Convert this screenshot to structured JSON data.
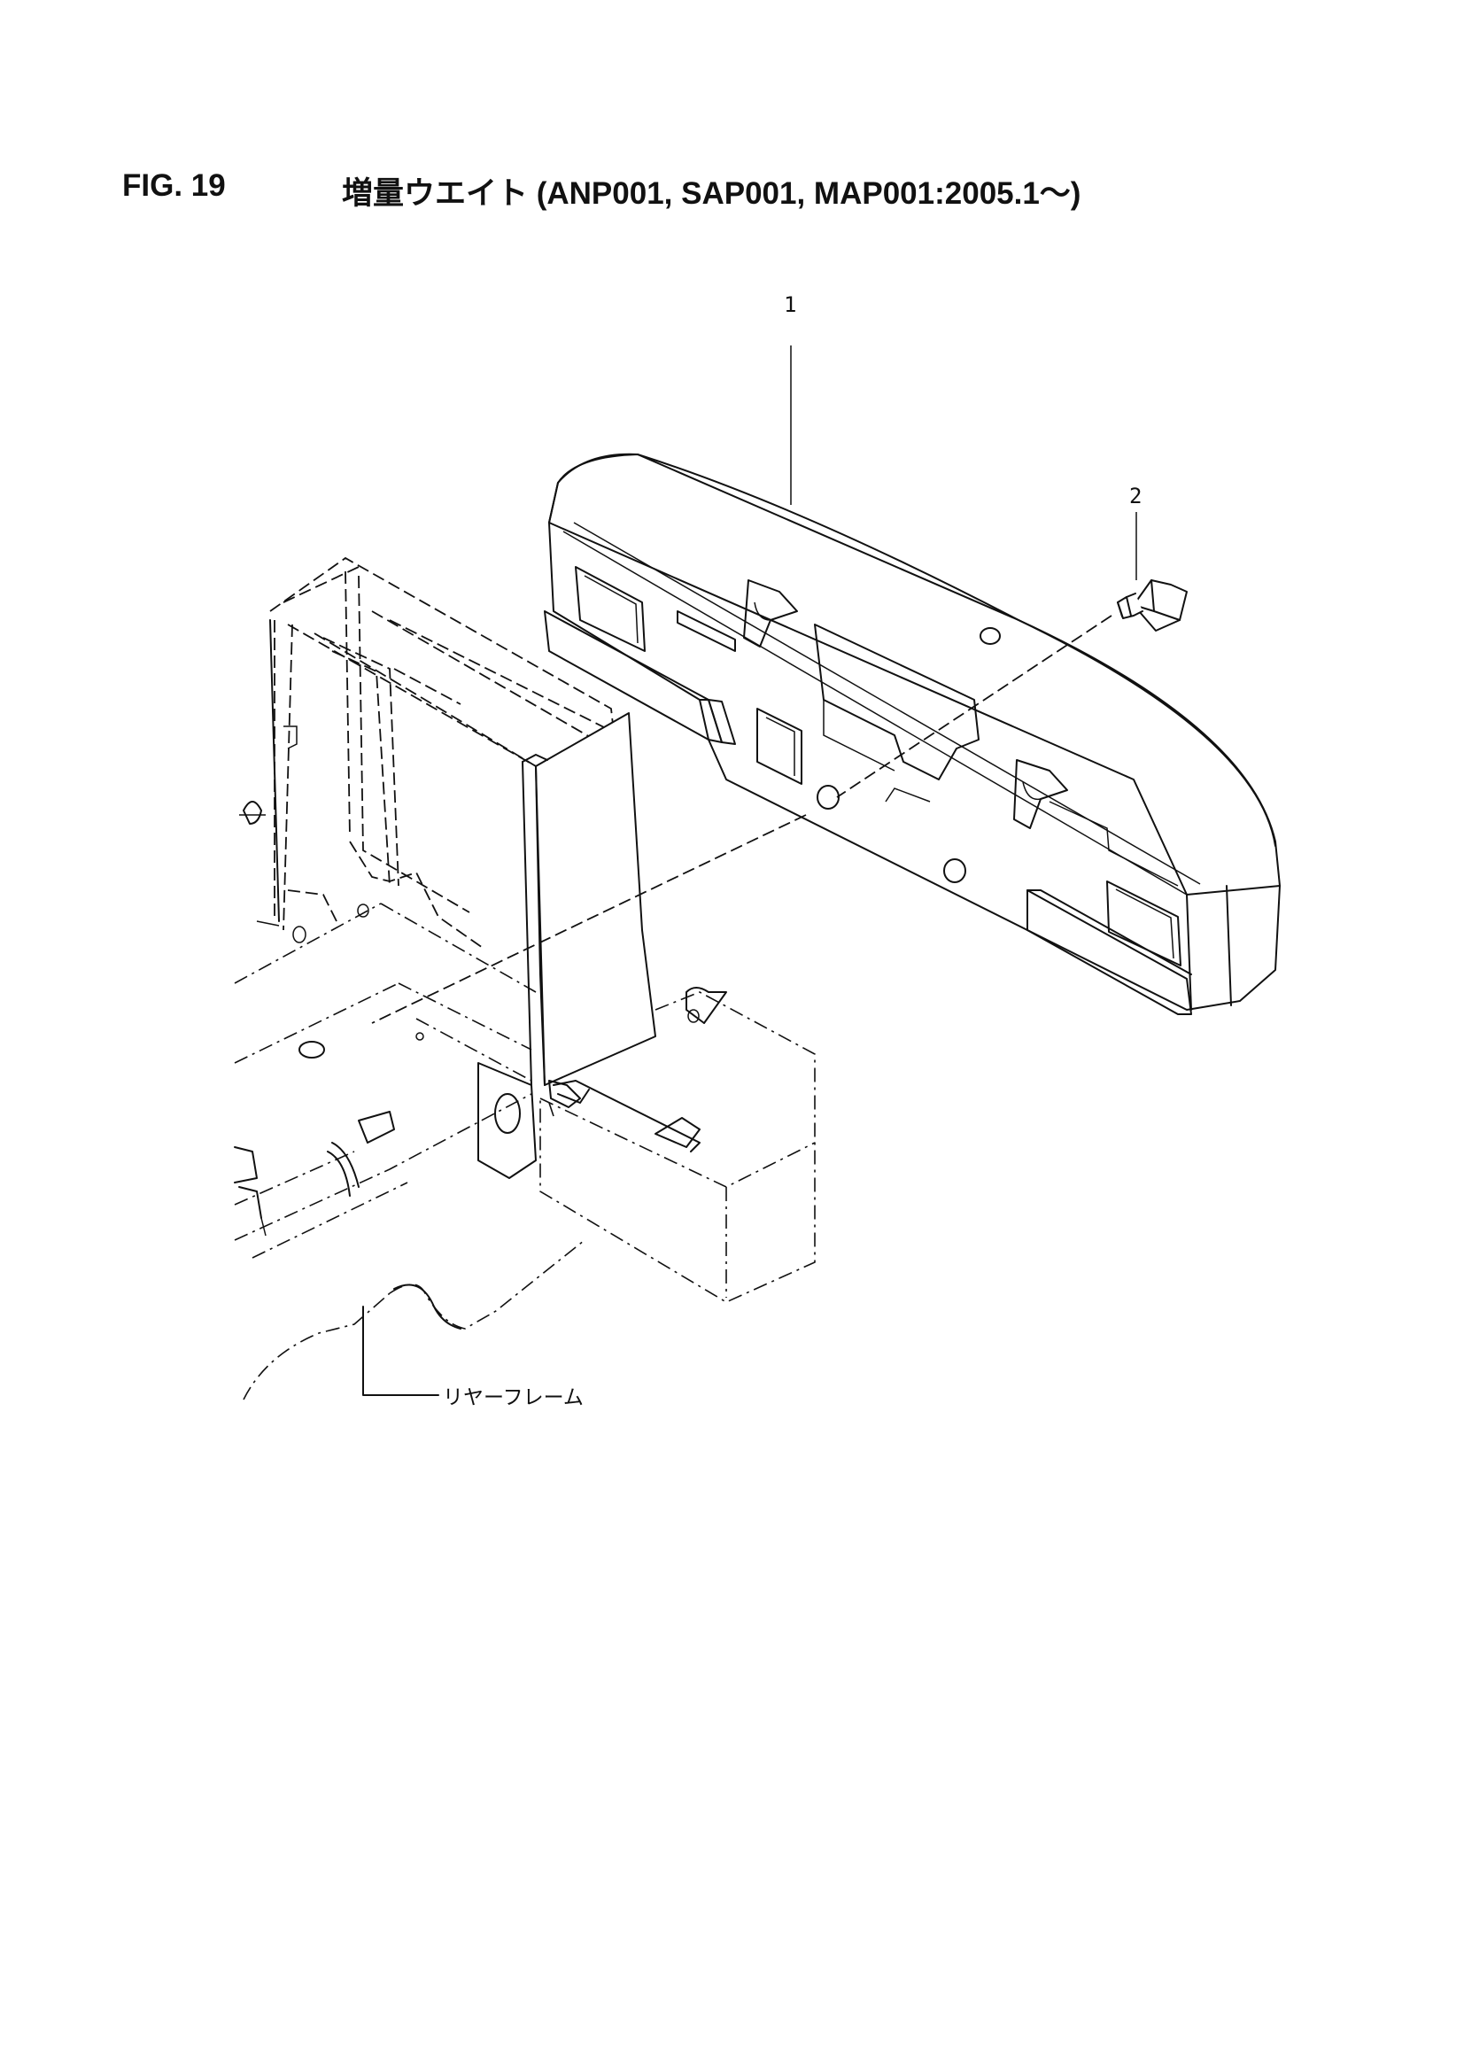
{
  "figure": {
    "number": "FIG. 19",
    "title": "増量ウエイト (ANP001, SAP001, MAP001:2005.1～)"
  },
  "callouts": [
    {
      "id": "1",
      "label": "1"
    },
    {
      "id": "2",
      "label": "2"
    }
  ],
  "labels": {
    "rear_frame": "リヤーフレーム"
  }
}
